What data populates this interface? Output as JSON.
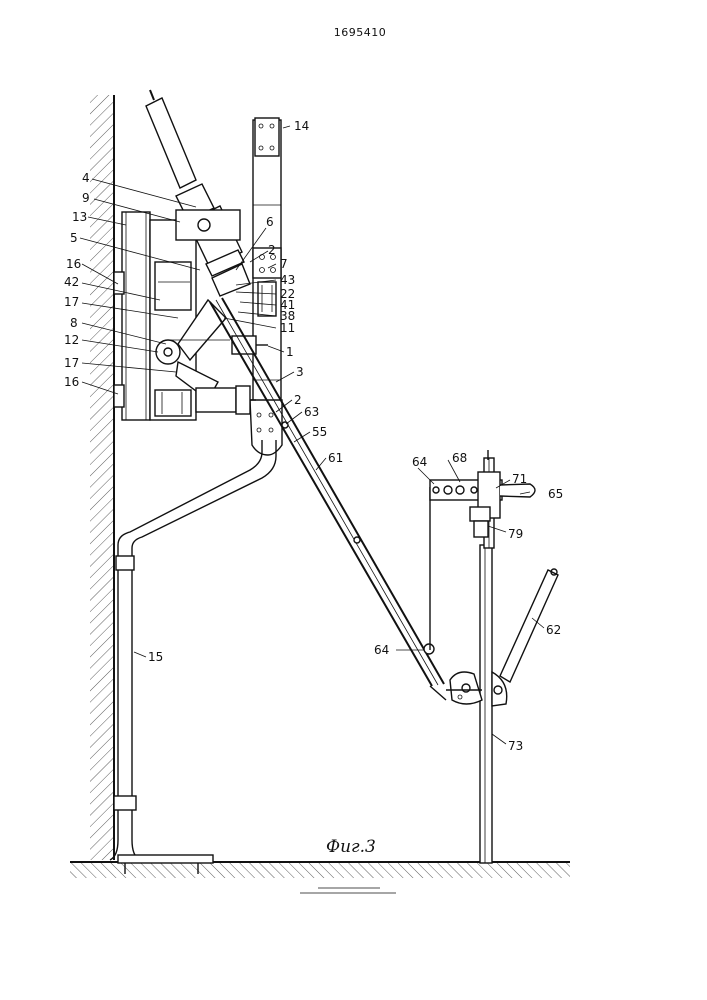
{
  "document": {
    "number": "1695410",
    "figure_caption": "Фиг.3"
  },
  "labels": {
    "l4": "4",
    "l9": "9",
    "l13": "13",
    "l5": "5",
    "l16a": "16",
    "l42": "42",
    "l17a": "17",
    "l8": "8",
    "l12": "12",
    "l17b": "17",
    "l16b": "16",
    "l14": "14",
    "l6": "6",
    "l2a": "2",
    "l7": "7",
    "l43": "43",
    "l22": "22",
    "l41": "41",
    "l38": "38",
    "l11": "11",
    "l1": "1",
    "l3": "3",
    "l2b": "2",
    "l63": "63",
    "l55": "55",
    "l61": "61",
    "l64a": "64",
    "l68": "68",
    "l71": "71",
    "l65": "65",
    "l79": "79",
    "l62": "62",
    "l64b": "64",
    "l73": "73",
    "l15": "15"
  }
}
